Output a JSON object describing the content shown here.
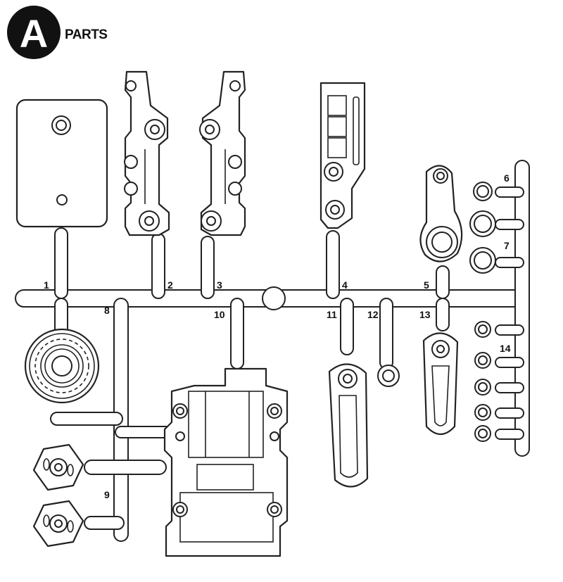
{
  "header": {
    "letter": "A",
    "title": "PARTS"
  },
  "labels": {
    "p1": "1",
    "p2": "2",
    "p3": "3",
    "p4": "4",
    "p5": "5",
    "p6": "6",
    "p7": "7",
    "p8": "8",
    "p9": "9",
    "p10": "10",
    "p11": "11",
    "p12": "12",
    "p13": "13",
    "p14": "14"
  },
  "colors": {
    "ink": "#222222",
    "paper": "#ffffff"
  }
}
